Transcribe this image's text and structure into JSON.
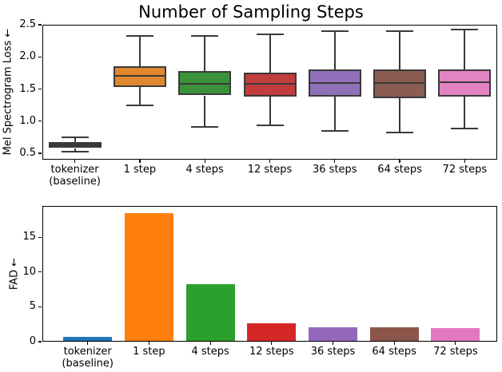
{
  "title": "Number of Sampling Steps",
  "chart_data": [
    {
      "type": "box",
      "title": "Number of Sampling Steps",
      "ylabel": "Mel Spectrogram Loss ←",
      "xlabel": "",
      "ylim": [
        0.4,
        2.5
      ],
      "yticks": [
        0.5,
        1.0,
        1.5,
        2.0,
        2.5
      ],
      "ytick_labels": [
        "0.5",
        "1.0",
        "1.5",
        "2.0",
        "2.5"
      ],
      "grid": false,
      "legend_position": "none",
      "categories": [
        "tokenizer\n(baseline)",
        "1 step",
        "4 steps",
        "12 steps",
        "36 steps",
        "64 steps",
        "72 steps"
      ],
      "line_color": "#3a3a3a",
      "series": [
        {
          "label": "tokenizer (baseline)",
          "whislo": 0.53,
          "q1": 0.58,
          "med": 0.63,
          "q3": 0.67,
          "whishi": 0.75,
          "color": "#3a3a3a"
        },
        {
          "label": "1 step",
          "whislo": 1.24,
          "q1": 1.53,
          "med": 1.7,
          "q3": 1.85,
          "whishi": 2.33,
          "color": "#e1882f"
        },
        {
          "label": "4 steps",
          "whislo": 0.91,
          "q1": 1.4,
          "med": 1.58,
          "q3": 1.78,
          "whishi": 2.33,
          "color": "#3a923b"
        },
        {
          "label": "12 steps",
          "whislo": 0.93,
          "q1": 1.38,
          "med": 1.58,
          "q3": 1.76,
          "whishi": 2.35,
          "color": "#c23c3e"
        },
        {
          "label": "36 steps",
          "whislo": 0.85,
          "q1": 1.38,
          "med": 1.59,
          "q3": 1.8,
          "whishi": 2.4,
          "color": "#9070b8"
        },
        {
          "label": "64 steps",
          "whislo": 0.82,
          "q1": 1.36,
          "med": 1.59,
          "q3": 1.8,
          "whishi": 2.4,
          "color": "#8a5d52"
        },
        {
          "label": "72 steps",
          "whislo": 0.89,
          "q1": 1.38,
          "med": 1.6,
          "q3": 1.8,
          "whishi": 2.43,
          "color": "#e283c4"
        }
      ]
    },
    {
      "type": "bar",
      "title": "",
      "ylabel": "FAD ←",
      "xlabel": "",
      "ylim": [
        0,
        19.5
      ],
      "yticks": [
        0,
        5,
        10,
        15
      ],
      "ytick_labels": [
        "0",
        "5",
        "10",
        "15"
      ],
      "grid": false,
      "legend_position": "none",
      "categories": [
        "tokenizer\n(baseline)",
        "1 step",
        "4 steps",
        "12 steps",
        "36 steps",
        "64 steps",
        "72 steps"
      ],
      "values": [
        0.7,
        18.5,
        8.3,
        2.6,
        2.1,
        2.1,
        2.0
      ],
      "colors": [
        "#1f77b4",
        "#ff7f0e",
        "#2ca02c",
        "#d62728",
        "#9467bd",
        "#8c564b",
        "#e377c2"
      ]
    }
  ]
}
